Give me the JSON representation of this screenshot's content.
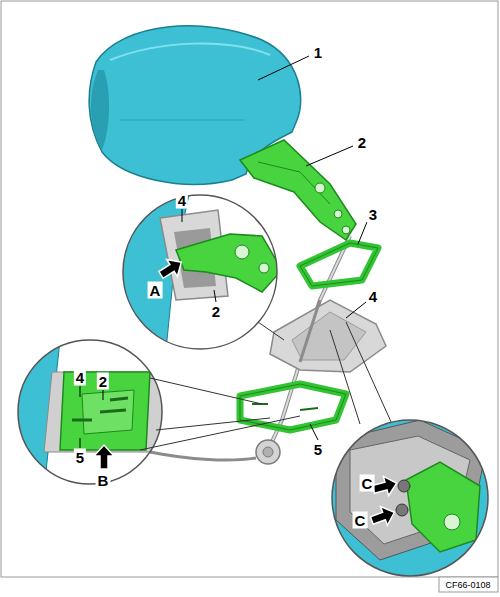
{
  "diagram": {
    "labels": [
      "1",
      "2",
      "3",
      "4",
      "A",
      "2",
      "4",
      "4",
      "2",
      "5",
      "B",
      "5",
      "C",
      "C",
      "CF66-0108"
    ]
  }
}
